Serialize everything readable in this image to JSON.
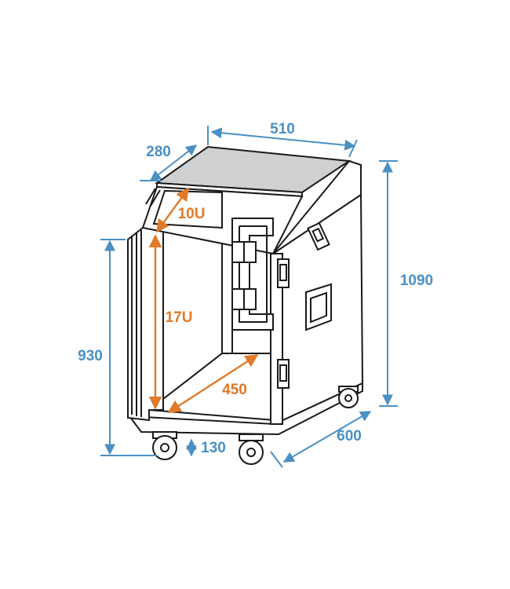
{
  "dimensions": {
    "width": "510",
    "depth_top": "280",
    "height_total": "1090",
    "height_front": "930",
    "caster_height": "130",
    "depth_bottom": "600",
    "inner_depth": "450",
    "rack_top": "10U",
    "rack_front": "17U"
  },
  "colors": {
    "dimension_blue": "#4a90c4",
    "dimension_orange": "#e07a28",
    "outline": "#1a1a1a",
    "top_surface": "#cfd0d2"
  }
}
